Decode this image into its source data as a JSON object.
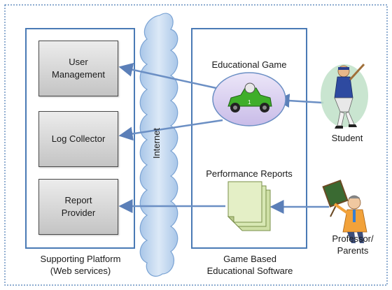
{
  "platform": {
    "caption": "Supporting Platform\n(Web services)",
    "services": [
      {
        "label": "User\nManagement"
      },
      {
        "label": "Log Collector"
      },
      {
        "label": "Report\nProvider"
      }
    ]
  },
  "network": {
    "label": "Internet"
  },
  "software": {
    "caption": "Game Based\nEducational Software",
    "game_label": "Educational Game",
    "reports_label": "Performance Reports"
  },
  "actors": {
    "student": "Student",
    "professor": "Professor/\nParents"
  },
  "colors": {
    "frame_border": "#4a7ab5",
    "arrow": "#6b8fc4",
    "cloud_fill": "#c5d9f0",
    "game_ellipse": "#d9cef0",
    "reports": "#d8e8b4"
  }
}
